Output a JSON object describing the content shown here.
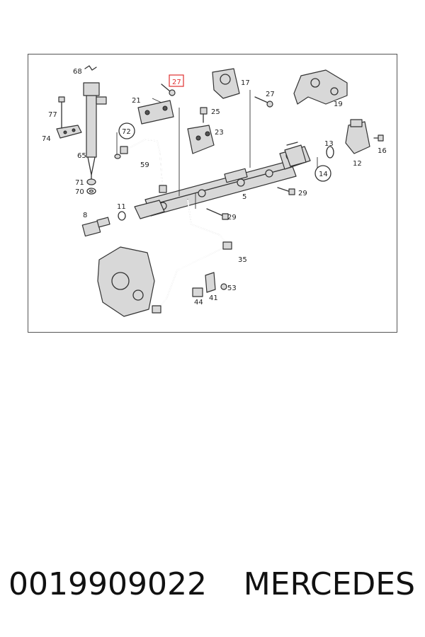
{
  "diagram": {
    "labels": {
      "p68": "68",
      "p77": "77",
      "p74": "74",
      "p65": "65",
      "p71": "71",
      "p70": "70",
      "p21": "21",
      "p27a": "27",
      "p72": "72",
      "p59": "59",
      "p8": "8",
      "p11": "11",
      "p25": "25",
      "p23": "23",
      "p17": "17",
      "p27b": "27",
      "p19": "19",
      "p5": "5",
      "p13": "13",
      "p14": "14",
      "p12": "12",
      "p16": "16",
      "p29a": "29",
      "p29b": "29",
      "p35": "35",
      "p44": "44",
      "p41": "41",
      "p53": "53"
    },
    "highlight_color": "#e03030"
  },
  "footer": {
    "part_number": "0019909022",
    "brand": "MERCEDES"
  }
}
